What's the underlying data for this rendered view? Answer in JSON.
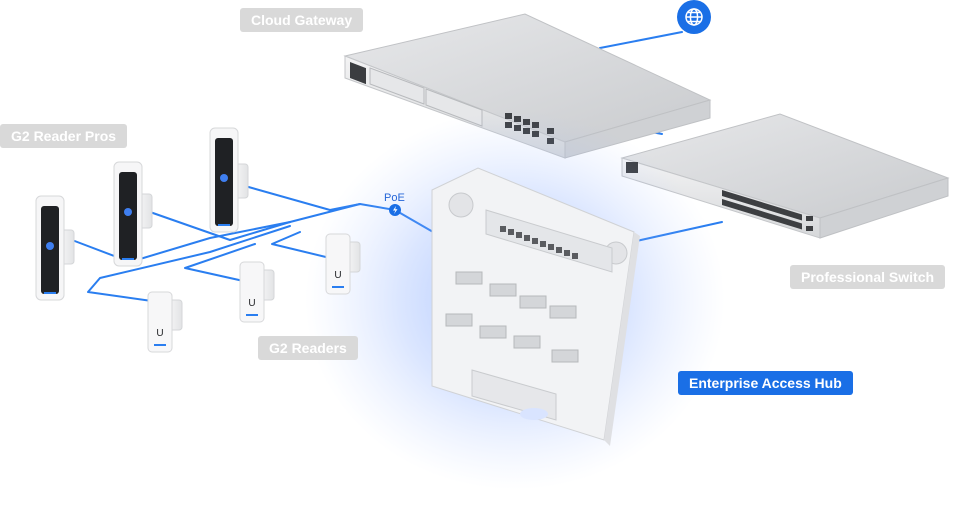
{
  "labels": {
    "cloud_gateway": "Cloud Gateway",
    "g2_reader_pros": "G2 Reader Pros",
    "poe": "PoE",
    "professional_switch": "Professional Switch",
    "g2_readers": "G2 Readers",
    "enterprise_access_hub": "Enterprise Access Hub"
  },
  "icons": {
    "internet": "globe-icon",
    "poe": "lightning-bolt-icon"
  },
  "colors": {
    "link": "#2a7ef0",
    "accent": "#1a6fe6",
    "label_gray": "#d9d9d9",
    "hub_glow": "#7fa6ff"
  }
}
